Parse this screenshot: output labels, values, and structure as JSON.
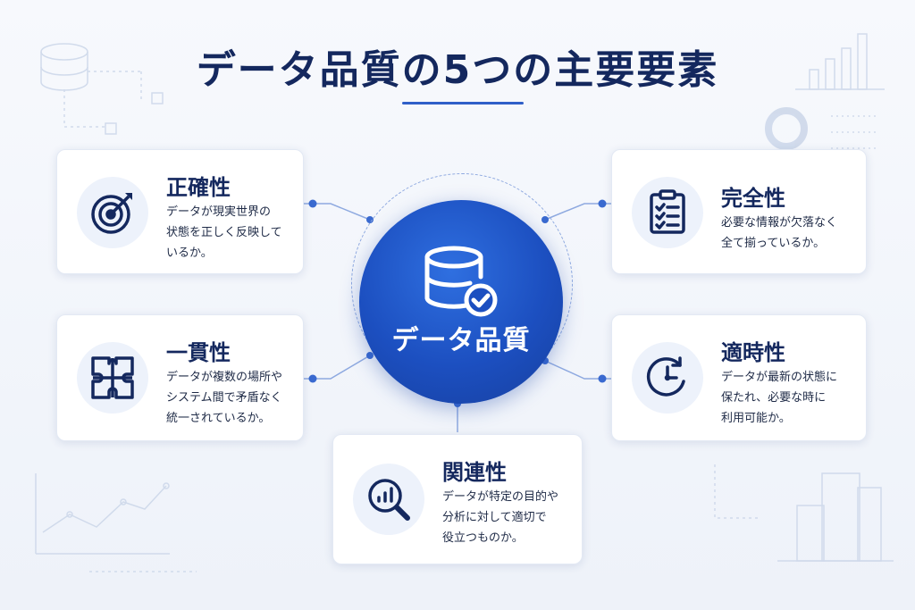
{
  "title": "データ品質の5つの主要要素",
  "hub": {
    "label": "データ品質",
    "icon": "database-check-icon"
  },
  "cards": [
    {
      "key": "accuracy",
      "title": "正確性",
      "lines": [
        "データが現実世界の",
        "状態を正しく反映して",
        "いるか。"
      ],
      "icon": "target-icon"
    },
    {
      "key": "completeness",
      "title": "完全性",
      "lines": [
        "必要な情報が欠落なく",
        "全て揃っているか。"
      ],
      "icon": "checklist-icon"
    },
    {
      "key": "consistency",
      "title": "一貫性",
      "lines": [
        "データが複数の場所や",
        "システム間で矛盾なく",
        "統一されているか。"
      ],
      "icon": "puzzle-icon"
    },
    {
      "key": "timeliness",
      "title": "適時性",
      "lines": [
        "データが最新の状態に",
        "保たれ、必要な時に",
        "利用可能か。"
      ],
      "icon": "clock-icon"
    },
    {
      "key": "relevance",
      "title": "関連性",
      "lines": [
        "データが特定の目的や",
        "分析に対して適切で",
        "役立つものか。"
      ],
      "icon": "magnifier-chart-icon"
    }
  ],
  "colors": {
    "navy": "#14285e",
    "accent": "#2f5fc8",
    "hub": "#1c4fc0"
  }
}
